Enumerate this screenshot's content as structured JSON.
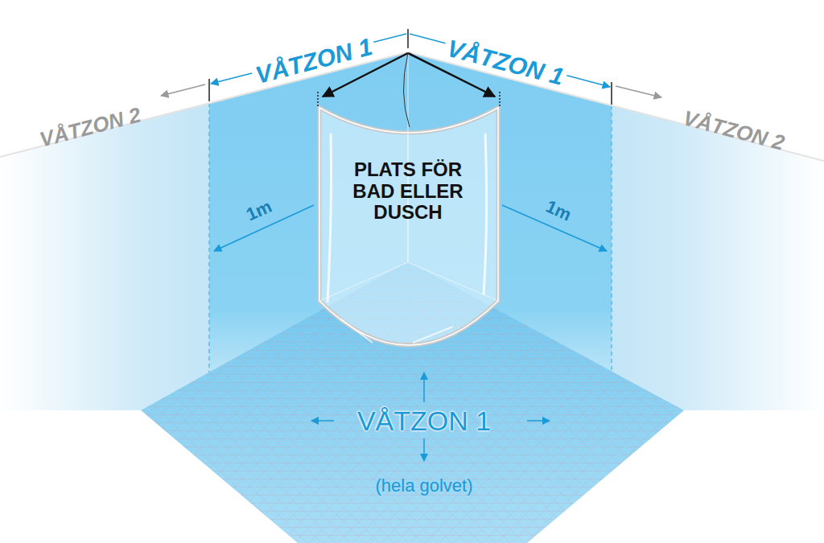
{
  "diagram": {
    "nodes": [
      {
        "text": [
          "PLATS FÖR BAD ELLER DUSCH"
        ]
      },
      {
        "text": [
          "VÅTZON 1",
          "(hela golvet)"
        ]
      }
    ],
    "labels": [
      "VÅTZON 1",
      "VÅTZON 1",
      "VÅTZON 2",
      "VÅTZON 2",
      "1m",
      "1m"
    ]
  }
}
